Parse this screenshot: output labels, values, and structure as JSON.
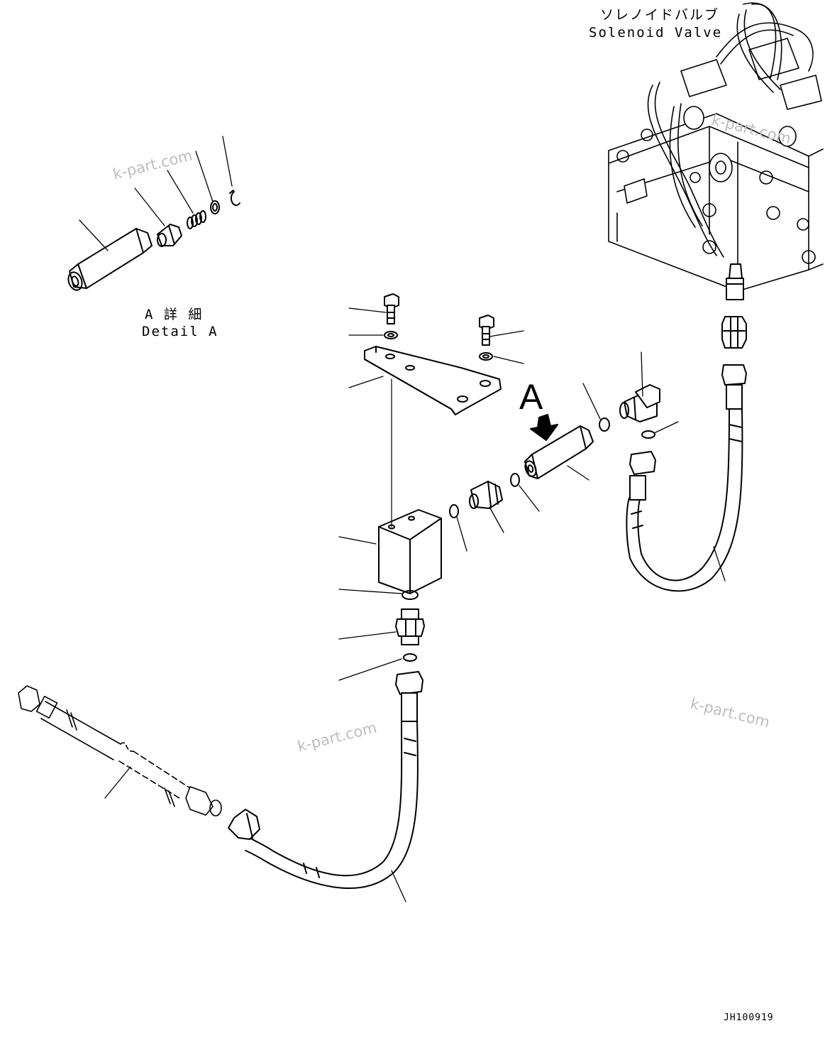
{
  "labels": {
    "solenoid_jp": "ソレノイドバルブ",
    "solenoid_en": "Solenoid Valve",
    "detail_jp": "A 詳 細",
    "detail_en": "Detail A",
    "view_marker": "A",
    "drawing_code": "JH100919"
  },
  "watermarks": [
    "k-part.com",
    "k-part.com",
    "k-part.com",
    "k-part.com"
  ],
  "icons": {
    "view_arrow": "view-direction-arrow-icon"
  },
  "colors": {
    "line": "#000000",
    "background": "#ffffff",
    "watermark": "#bdbdbd"
  }
}
